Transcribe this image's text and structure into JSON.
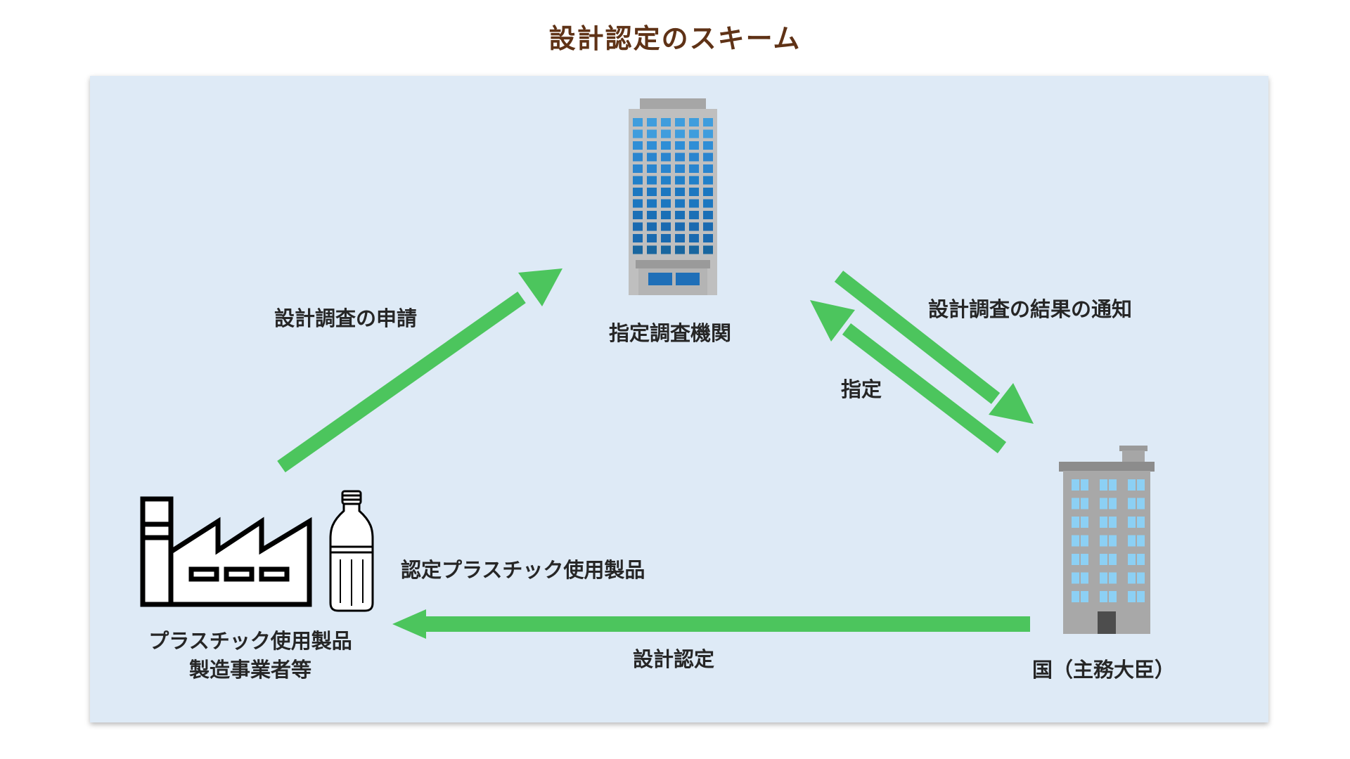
{
  "title": "設計認定のスキーム",
  "colors": {
    "title": "#5f3216",
    "panel_background": "#deeaf6",
    "arrow": "#4cc55d",
    "label_text": "#262626"
  },
  "nodes": {
    "designated_agency": {
      "label": "指定調査機関",
      "icon": "office-tower-icon"
    },
    "government": {
      "label": "国（主務大臣）",
      "icon": "government-building-icon"
    },
    "manufacturer": {
      "label_line1": "プラスチック使用製品",
      "label_line2": "製造事業者等",
      "icons": [
        "factory-icon",
        "plastic-bottle-icon"
      ]
    }
  },
  "edges": {
    "application": {
      "label": "設計調査の申請",
      "from": "manufacturer",
      "to": "designated_agency"
    },
    "result_notice": {
      "label": "設計調査の結果の通知",
      "from": "designated_agency",
      "to": "government"
    },
    "designation": {
      "label": "指定",
      "from": "government",
      "to": "designated_agency"
    },
    "certification": {
      "label": "設計認定",
      "from": "government",
      "to": "manufacturer"
    }
  },
  "product_label": "認定プラスチック使用製品"
}
